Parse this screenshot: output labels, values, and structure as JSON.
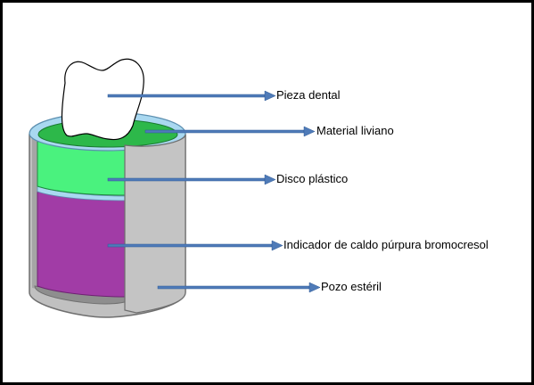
{
  "colors": {
    "frame_border": "#000000",
    "arrow": "#4F7BB8",
    "arrow_outline": "#2E5A96",
    "well_outer": "#C0C0C0",
    "well_inner_dark": "#909090",
    "rim_blue": "#A9D8F0",
    "light_material": "#2DB84A",
    "plastic_disc": "#4AF27E",
    "purple_broth": "#A13CA6",
    "tooth": "#FFFFFF"
  },
  "labels": [
    {
      "id": "pieza-dental",
      "text": "Pieza dental"
    },
    {
      "id": "material-liviano",
      "text": "Material liviano"
    },
    {
      "id": "disco-plastico",
      "text": "Disco plástico"
    },
    {
      "id": "indicador-caldo",
      "text": "Indicador de caldo púrpura bromocresol"
    },
    {
      "id": "pozo-esteril",
      "text": "Pozo estéril"
    }
  ]
}
